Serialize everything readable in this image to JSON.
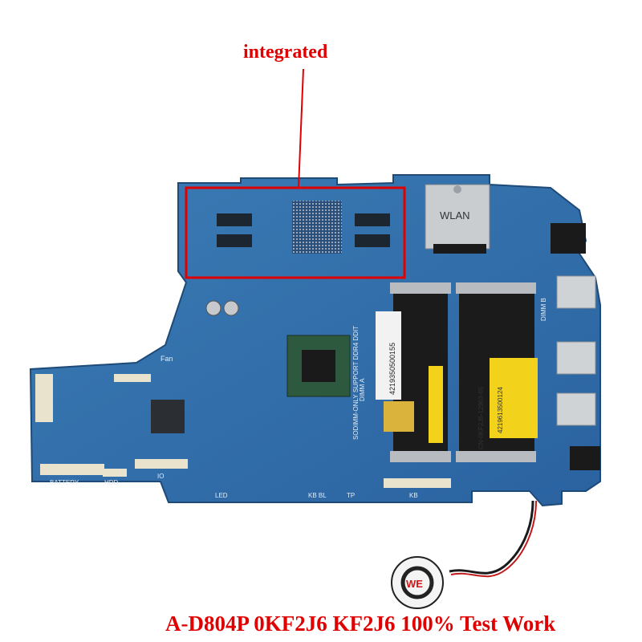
{
  "annotation": {
    "label": "integrated",
    "color": "#e00000"
  },
  "caption": {
    "text": "A-D804P 0KF2J6 KF2J6 100% Test Work",
    "color": "#e00000"
  },
  "board": {
    "pcb_color": "#2f6fa8",
    "silkscreen_labels": {
      "wlan": "WLAN",
      "fan": "Fan",
      "battery": "BATTERY",
      "hdd": "HDD",
      "io": "IO",
      "led": "LED",
      "kb_bl": "KB BL",
      "tp": "TP",
      "kb": "KB",
      "dimm_a": "DIMM A",
      "dimm_b": "DIMM B",
      "sodimm_text": "SODIMM-ONLY SUPPORT DDR4 DDIT"
    },
    "sticker_barcode": "4219350500155",
    "sticker_label_1": "4219613500124",
    "sticker_label_2": "CN-0KF2J6-12963-65",
    "coin_cell_mark": "WE"
  }
}
